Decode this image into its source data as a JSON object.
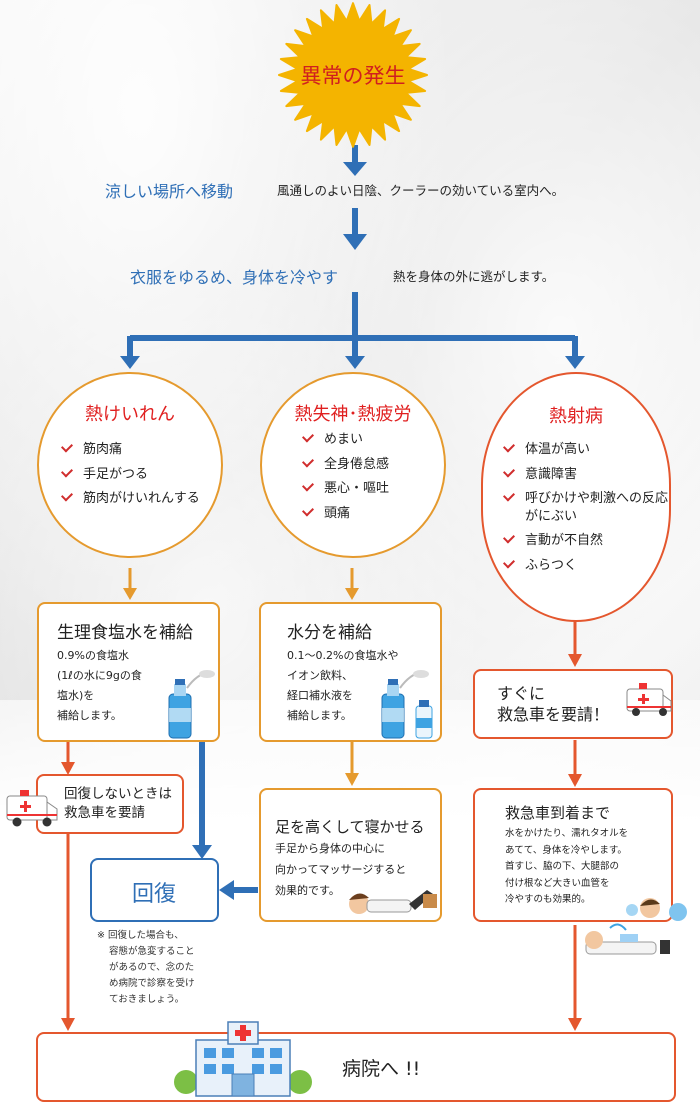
{
  "start": {
    "label": "異常の発生"
  },
  "step1": {
    "title": "涼しい場所へ移動",
    "desc": "風通しのよい日陰、クーラーの効いている室内へ。"
  },
  "step2": {
    "title": "衣服をゆるめ、身体を冷やす",
    "desc": "熱を身体の外に逃がします。"
  },
  "conditions": [
    {
      "title": "熱けいれん",
      "symptoms": [
        "筋肉痛",
        "手足がつる",
        "筋肉がけいれんする"
      ]
    },
    {
      "title": "熱失神･熱疲労",
      "symptoms": [
        "めまい",
        "全身倦怠感",
        "悪心・嘔吐",
        "頭痛"
      ]
    },
    {
      "title": "熱射病",
      "symptoms": [
        "体温が高い",
        "意識障害",
        "呼びかけや刺激への反応がにぶい",
        "言動が不自然",
        "ふらつく"
      ]
    }
  ],
  "actions": {
    "saline": {
      "title": "生理食塩水を補給",
      "lines": [
        "0.9%の食塩水",
        "(1ℓの水に9gの食",
        "塩水)を",
        "補給します。"
      ]
    },
    "water": {
      "title": "水分を補給",
      "lines": [
        "0.1～0.2%の食塩水や",
        "イオン飲料、",
        "経口補水液を",
        "補給します。"
      ]
    },
    "ambulance": {
      "title_line1": "すぐに",
      "title_line2": "救急車を要請！"
    }
  },
  "followups": {
    "no_recovery": {
      "line1": "回復しないときは",
      "line2": "救急車を要請"
    },
    "legs": {
      "title": "足を高くして寝かせる",
      "lines": [
        "手足から身体の中心に",
        "向かってマッサージすると",
        "効果的です。"
      ]
    },
    "waiting": {
      "title": "救急車到着まで",
      "lines": [
        "水をかけたり、濡れタオルを",
        "あてて、身体を冷やします。",
        "首すじ、脇の下、大腿部の",
        "付け根など大きい血管を",
        "冷やすのも効果的。"
      ]
    }
  },
  "recovery": {
    "label": "回復",
    "note_lines": [
      "※ 回復した場合も、",
      "容態が急変すること",
      "があるので、念のた",
      "め病院で診察を受け",
      "ておきましょう。"
    ]
  },
  "hospital": {
    "label": "病院へ !!"
  },
  "colors": {
    "blue": "#2f6fb6",
    "orange": "#e59a2e",
    "red": "#e4572e",
    "title_red": "#e02020",
    "burst": "#f4b400"
  }
}
